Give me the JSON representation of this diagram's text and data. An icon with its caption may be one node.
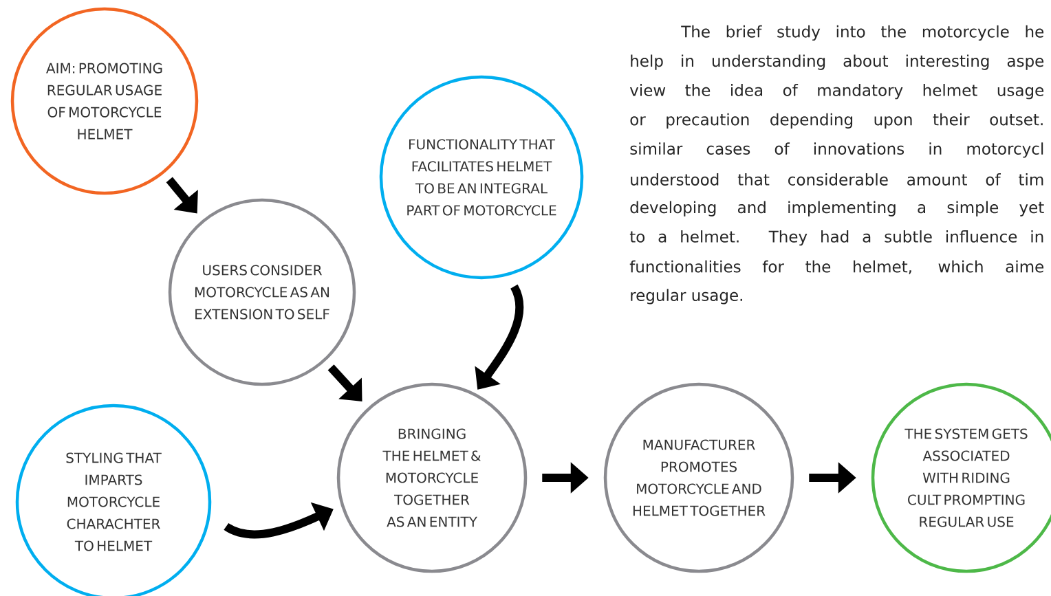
{
  "diagram": {
    "nodes": [
      {
        "text": [
          "AIM: PROMOTING REGULAR USAGE OF MOTORCYCLE HELMET"
        ]
      },
      {
        "text": [
          "USERS CONSIDER MOTORCYCLE AS AN EXTENSION TO SELF"
        ]
      },
      {
        "text": [
          "FUNCTIONALITY THAT FACILITATES HELMET TO BE AN INTEGRAL PART OF MOTORCYCLE"
        ]
      },
      {
        "text": [
          "STYLING THAT IMPARTS MOTORCYCLE CHARACHTER TO HELMET"
        ]
      },
      {
        "text": [
          "BRINGING THE HELMET & MOTORCYCLE TOGETHER AS AN ENTITY"
        ]
      },
      {
        "text": [
          "MANUFACTURER PROMOTES MOTORCYCLE AND HELMET TOGETHER"
        ]
      },
      {
        "text": [
          "THE SYSTEM GETS ASSOCIATED WITH RIDING CULT PROMPTING REGULAR USE"
        ]
      }
    ],
    "edges": [
      {
        "from": 0,
        "to": 1,
        "arrow": "to"
      },
      {
        "from": 1,
        "to": 4,
        "arrow": "to"
      },
      {
        "from": 2,
        "to": 4,
        "arrow": "to"
      },
      {
        "from": 3,
        "to": 4,
        "arrow": "to"
      },
      {
        "from": 4,
        "to": 5,
        "arrow": "to"
      },
      {
        "from": 5,
        "to": 6,
        "arrow": "to"
      }
    ],
    "labels": [
      "The brief study into the motorcycle he",
      "help in understanding about interesting aspe",
      "view the idea of mandatory helmet usage",
      "or precaution depending upon their outset.",
      "similar cases of innovations in motorcycl",
      "understood that considerable amount of tim",
      "developing and implementing a simple yet",
      "to a helmet. They had a subtle influence in",
      "functionalities for the helmet, which aime",
      "regular usage."
    ]
  }
}
